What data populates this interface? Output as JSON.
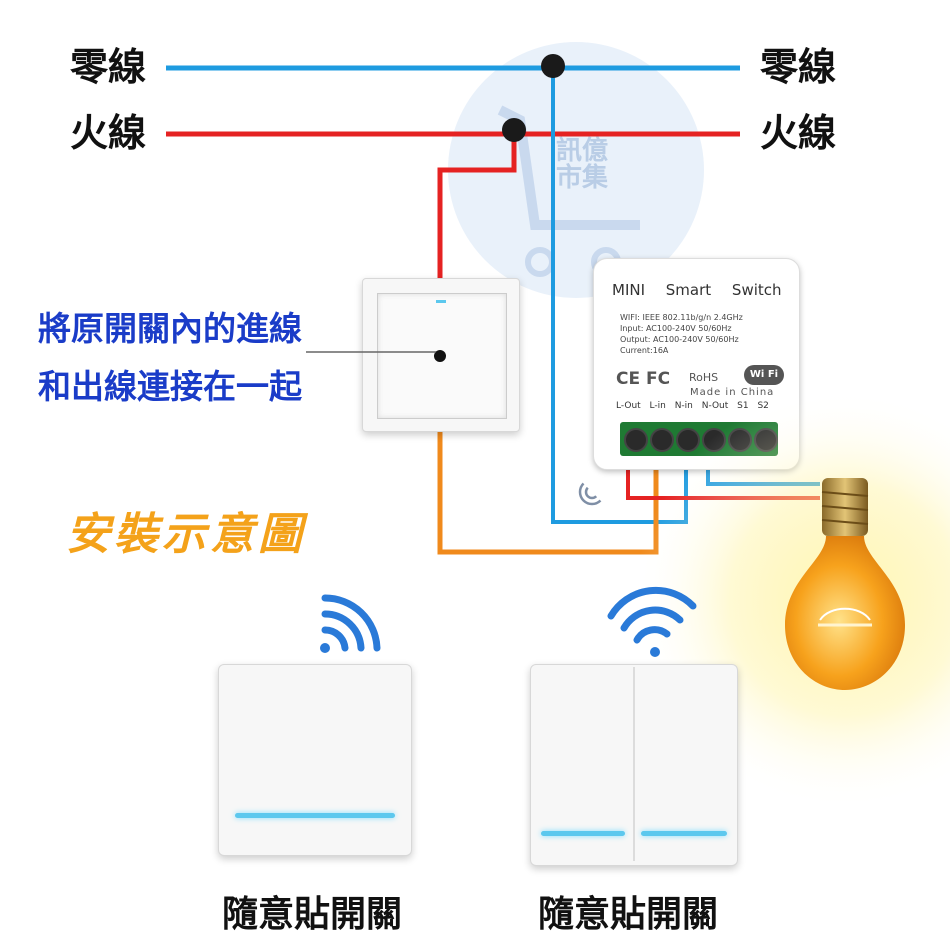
{
  "lines": {
    "neutral_left": "零線",
    "neutral_right": "零線",
    "live_left": "火線",
    "live_right": "火線"
  },
  "note": {
    "line1": "將原開關內的進線",
    "line2": "和出線連接在一起"
  },
  "title": "安裝示意圖",
  "watermark": {
    "line1": "訊億",
    "line2": "市集"
  },
  "module": {
    "header": "MINI Smart Switch",
    "spec1": "WIFI: IEEE 802.11b/g/n 2.4GHz",
    "spec2": "Input: AC100-240V 50/60Hz",
    "spec3": "Output: AC100-240V 50/60Hz",
    "spec4": "Current:16A",
    "marks": "CE FC",
    "rohs": "RoHS",
    "wifi_logo": "Wi Fi",
    "made_in": "Made in China",
    "pins": "L-Out L-in N-in N-Out S1 S2"
  },
  "captions": {
    "left": "隨意貼開關",
    "right": "隨意貼開關"
  },
  "colors": {
    "neutral": "#1e9be0",
    "live": "#e52222",
    "switched": "#f08a1c"
  },
  "icons": [
    "wifi-signal-icon",
    "light-bulb-icon",
    "connection-dot-icon"
  ]
}
